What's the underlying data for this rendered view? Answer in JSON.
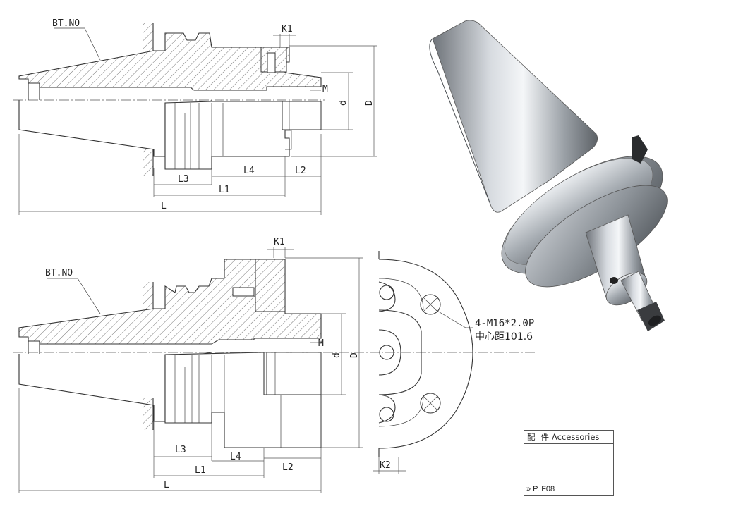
{
  "top_drawing": {
    "taper_label": "BT.NO",
    "dims": {
      "L": "L",
      "L1": "L1",
      "L2": "L2",
      "L3": "L3",
      "L4": "L4",
      "K1": "K1",
      "M": "M",
      "d": "d",
      "D": "D"
    }
  },
  "bottom_drawing": {
    "taper_label": "BT.NO",
    "dims": {
      "L": "L",
      "L1": "L1",
      "L2": "L2",
      "L3": "L3",
      "L4": "L4",
      "K1": "K1",
      "K2": "K2",
      "M": "M",
      "d": "d",
      "D": "D"
    },
    "bolt_callout": "4-M16*2.0P",
    "center_distance": "中心距101.6"
  },
  "accessories": {
    "title_cn_1": "配",
    "title_cn_2": "件",
    "title_en": "Accessories",
    "ref": "» P. F08"
  }
}
